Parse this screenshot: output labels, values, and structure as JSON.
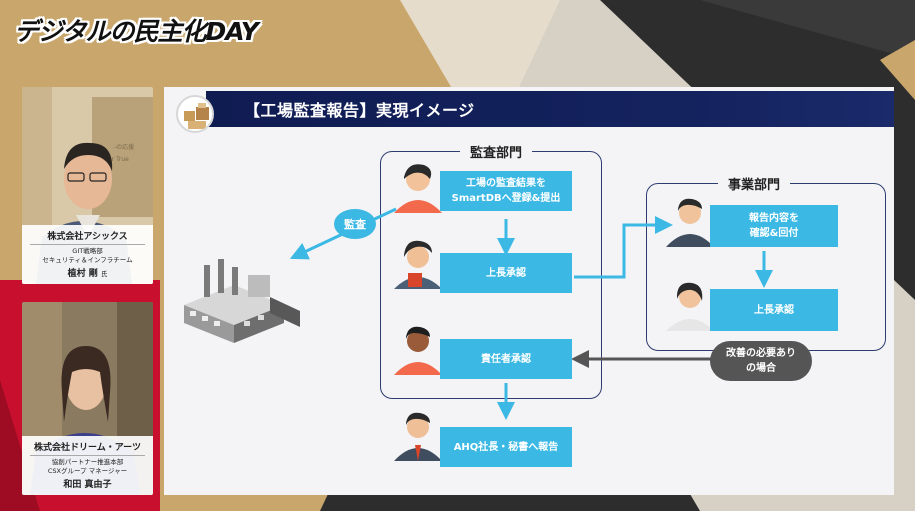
{
  "event": {
    "logo_text": "デジタルの民主化DAY"
  },
  "speakers": [
    {
      "company": "株式会社アシックス",
      "dept_line1": "GIT戦略部",
      "dept_line2": "セキュリティ＆インフラチーム",
      "name": "植村 剛",
      "honorific": "氏"
    },
    {
      "company": "株式会社ドリーム・アーツ",
      "dept_line1": "協創パートナー推進本部",
      "dept_line2": "CSXグループ マネージャー",
      "name": "和田 真由子",
      "honorific": ""
    }
  ],
  "slide": {
    "title": "【工場監査報告】実現イメージ",
    "audit_group": {
      "label": "監査部門",
      "step1": [
        "工場の監査結果を",
        "SmartDBへ登録&提出"
      ],
      "step2": "上長承認",
      "step3": "責任者承認"
    },
    "business_group": {
      "label": "事業部門",
      "step1": [
        "報告内容を",
        "確認&回付"
      ],
      "step2": "上長承認"
    },
    "final_step": "AHQ社長・秘書へ報告",
    "audit_bubble": "監査",
    "revision_note": [
      "改善の必要あり",
      "の場合"
    ]
  },
  "colors": {
    "accent_blue": "#3bb8e4",
    "navy": "#0f1c52",
    "note_gray": "#555555",
    "frame_red": "#c8102e",
    "frame_gold": "#c9a66b"
  }
}
